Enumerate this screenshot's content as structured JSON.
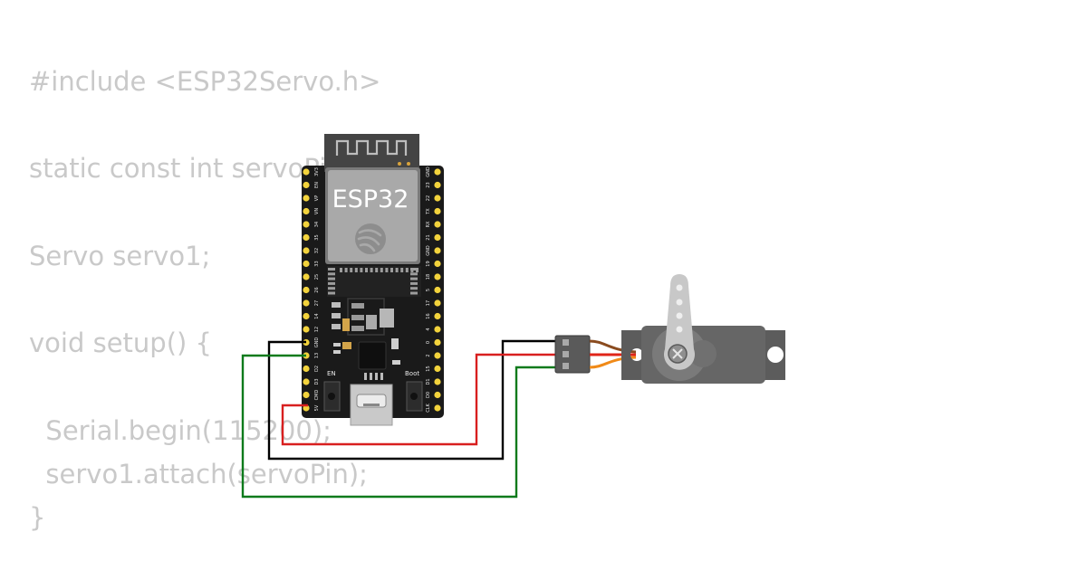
{
  "code": {
    "lines": [
      "#include <ESP32Servo.h>",
      "",
      "static const int servoPin = 4;",
      "",
      "Servo servo1;",
      "",
      "void setup() {",
      "",
      "  Serial.begin(115200);",
      "  servo1.attach(servoPin);",
      "}"
    ]
  },
  "board": {
    "chip_label": "ESP32",
    "en_label": "EN",
    "boot_label": "Boot",
    "left_pins": [
      "3V3",
      "EN",
      "VP",
      "VN",
      "34",
      "35",
      "32",
      "33",
      "25",
      "26",
      "27",
      "14",
      "12",
      "GND",
      "13",
      "D2",
      "D3",
      "CMD",
      "5V"
    ],
    "right_pins": [
      "GND",
      "23",
      "22",
      "TX",
      "RX",
      "21",
      "GND",
      "19",
      "18",
      "5",
      "17",
      "16",
      "4",
      "0",
      "2",
      "15",
      "D1",
      "D0",
      "CLK"
    ]
  },
  "colors": {
    "code_text": "#c9c9c9",
    "board": "#1a1a1a",
    "pin": "#f3d33c",
    "wire_gnd": "#000000",
    "wire_power": "#d81f1f",
    "wire_signal": "#0c7a1b",
    "servo_body": "#5c5c5c",
    "servo_horn": "#c8c8c8",
    "servo_wire_brown": "#8a4b1f",
    "servo_wire_red": "#e02418",
    "servo_wire_orange": "#f08a18"
  },
  "icons": [
    "espressif-logo-icon",
    "usb-port-icon",
    "antenna-icon"
  ]
}
